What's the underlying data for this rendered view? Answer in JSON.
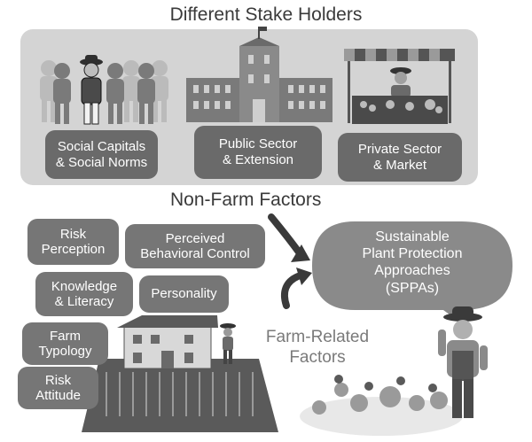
{
  "header": {
    "title": "Different Stake Holders"
  },
  "stakeholders": [
    {
      "label": "Social Capitals\n& Social Norms"
    },
    {
      "label": "Public Sector\n& Extension"
    },
    {
      "label": "Private Sector\n& Market"
    }
  ],
  "non_farm": {
    "title": "Non-Farm Factors"
  },
  "factors": [
    {
      "label": "Risk\nPerception"
    },
    {
      "label": "Perceived\nBehavioral Control"
    },
    {
      "label": "Knowledge\n& Literacy"
    },
    {
      "label": "Personality"
    },
    {
      "label": "Farm\nTypology"
    },
    {
      "label": "Risk\nAttitude"
    }
  ],
  "outcome": {
    "label": "Sustainable\nPlant Protection\nApproaches\n(SPPAs)"
  },
  "farm_related": {
    "label": "Farm-Related\nFactors"
  },
  "colors": {
    "panel": "#d4d4d4",
    "box": "#6a6a6a",
    "bubble": "#8a8a8a",
    "text": "#3a3a3a"
  }
}
